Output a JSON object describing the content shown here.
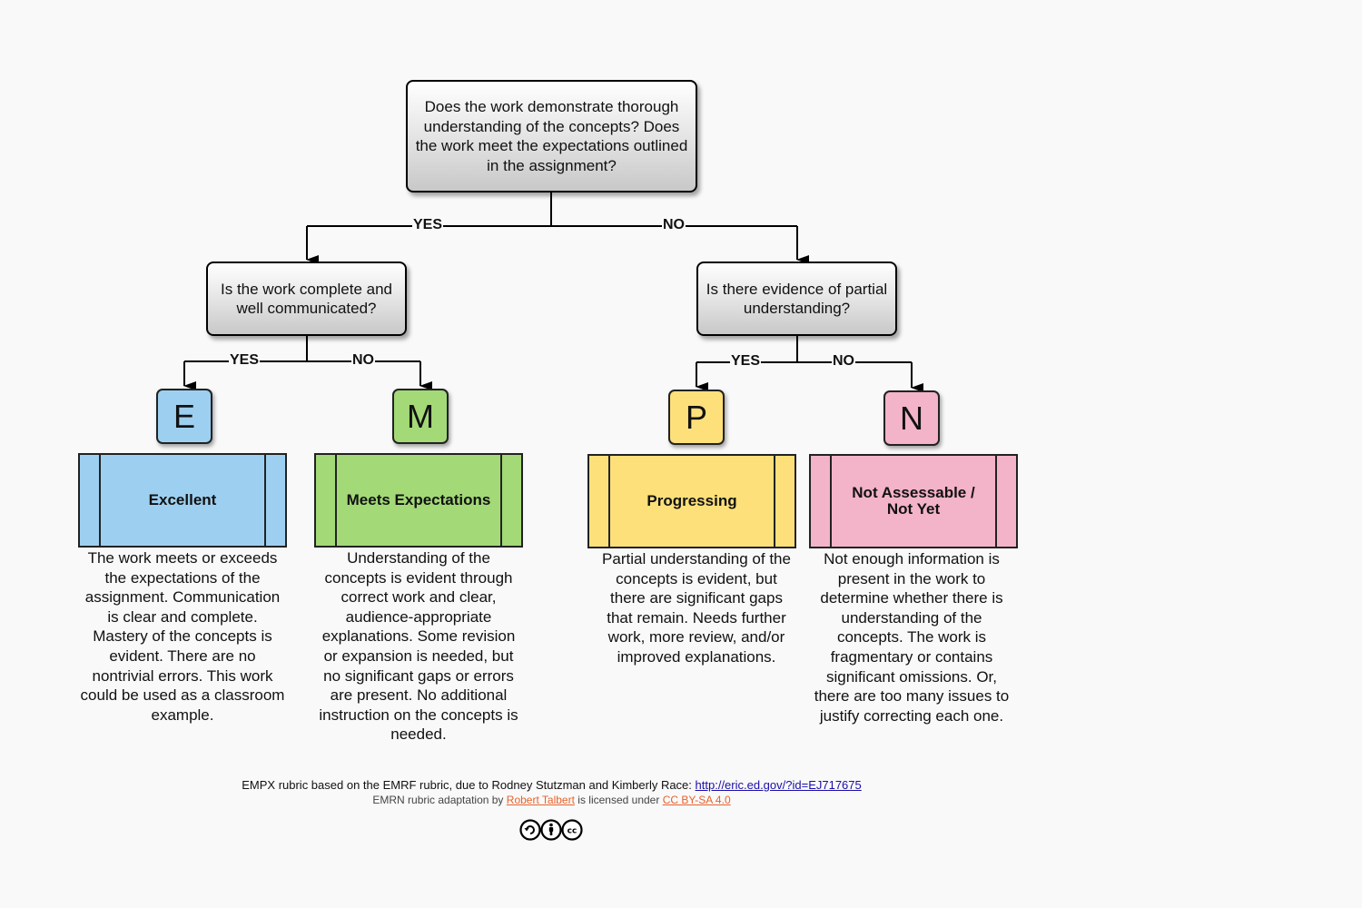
{
  "root_question": "Does the work demonstrate thorough understanding of the concepts? Does the work meet the expectations outlined in the assignment?",
  "left_question": "Is the work complete and well communicated?",
  "right_question": "Is there evidence of partial understanding?",
  "branches": {
    "root_yes": "YES",
    "root_no": "NO",
    "left_yes": "YES",
    "left_no": "NO",
    "right_yes": "YES",
    "right_no": "NO"
  },
  "grades": [
    {
      "letter": "E",
      "label": "Excellent",
      "description": "The work meets or exceeds the expectations of the assignment. Communication is clear and complete. Mastery of the concepts is evident. There are no nontrivial errors. This work could be used as a classroom example.",
      "color": "#9dd0f0"
    },
    {
      "letter": "M",
      "label": "Meets Expectations",
      "description": "Understanding of the concepts is evident through correct work and clear, audience-appropriate explanations. Some revision or expansion is needed, but no significant gaps or errors are present. No additional instruction on the concepts is needed.",
      "color": "#a3d977"
    },
    {
      "letter": "P",
      "label": "Progressing",
      "description": "Partial understanding of the concepts is evident, but there are significant gaps that remain. Needs further work, more review, and/or improved explanations.",
      "color": "#fde07a"
    },
    {
      "letter": "N",
      "label": "Not Assessable / Not Yet",
      "description": "Not enough information is present in the work to determine whether there is understanding of the concepts. The work is fragmentary or contains significant omissions. Or, there are too many issues to justify correcting each one.",
      "color": "#f3b3c8"
    }
  ],
  "footer": {
    "line1_text": "EMPX rubric based on the EMRF rubric, due to Rodney Stutzman and Kimberly Race:",
    "line1_link": "http://eric.ed.gov/?id=EJ717675",
    "line2_prefix": "EMRN rubric adaptation by",
    "line2_author": "Robert Talbert",
    "line2_middle": "is licensed under",
    "line2_license": "CC BY-SA 4.0",
    "license_icons": [
      "cc-share-alike-icon",
      "cc-attribution-icon",
      "cc-logo-icon"
    ]
  }
}
